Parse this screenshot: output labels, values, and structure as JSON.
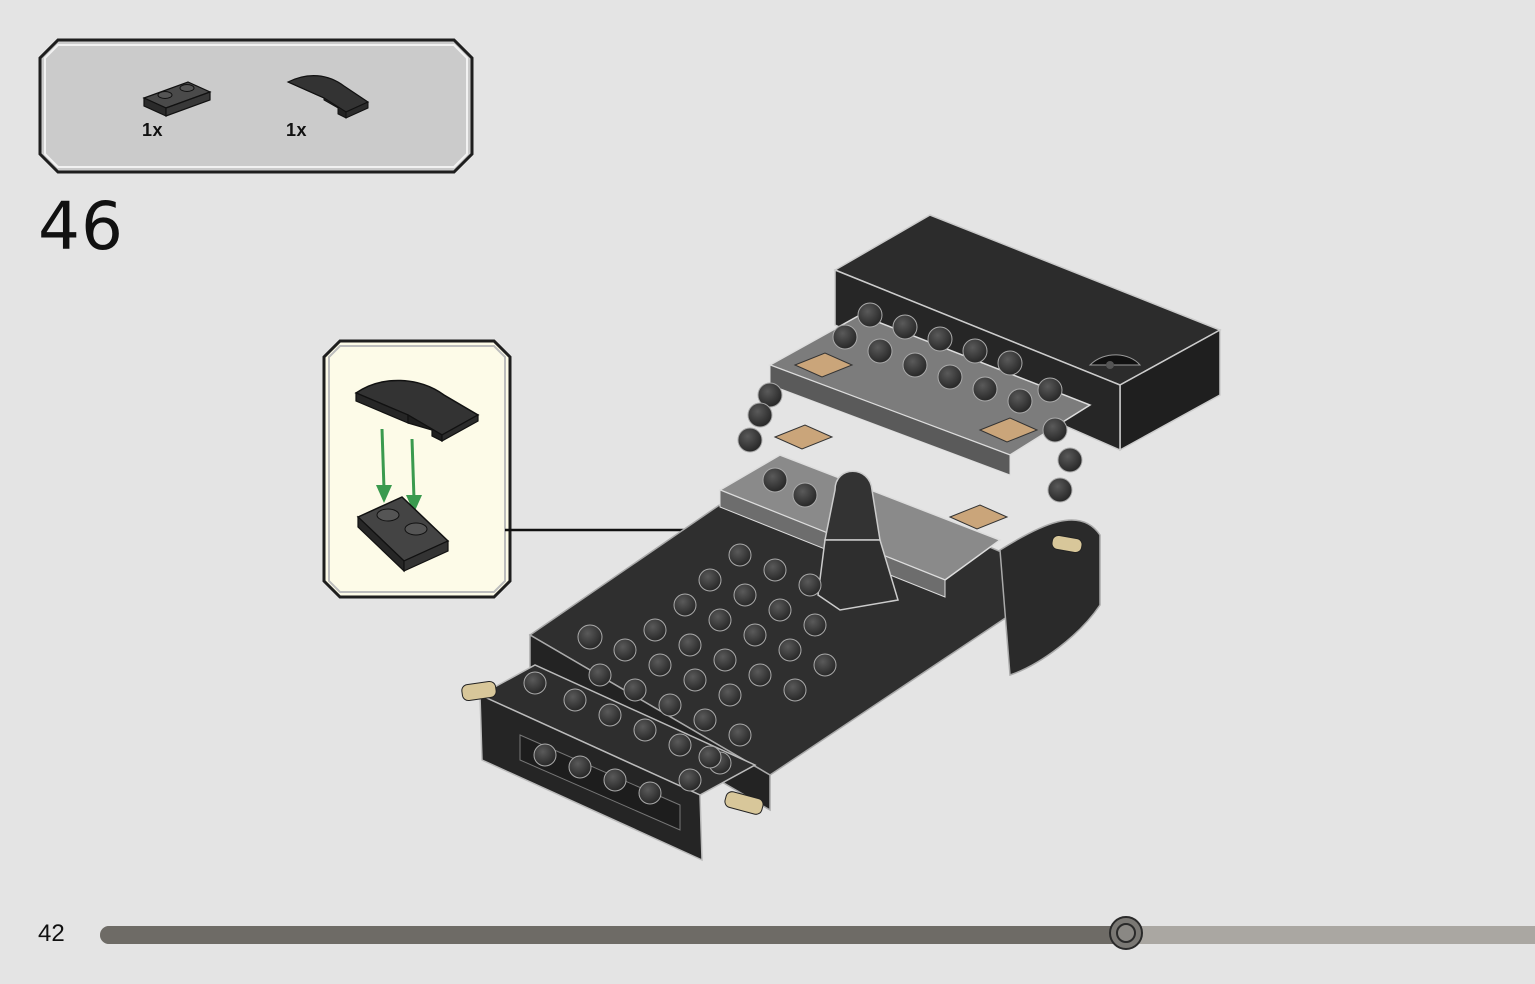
{
  "parts": [
    {
      "icon": "plate-1x2-icon",
      "quantity": "1x"
    },
    {
      "icon": "curved-slope-icon",
      "quantity": "1x"
    }
  ],
  "step_number": "46",
  "page_number": "42",
  "progress": 0.715,
  "colors": {
    "background": "#e4e4e4",
    "panel_fill": "#cbcbcb",
    "callout_fill": "#fdfbe8",
    "brick_dark": "#2e2e2e",
    "arrow_green": "#3a9a4e"
  }
}
